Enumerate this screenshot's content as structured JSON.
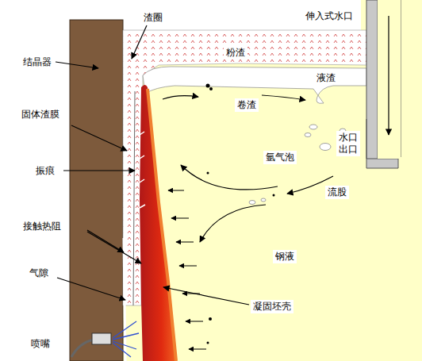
{
  "diagram": {
    "labels": [
      "结晶器",
      "渣圈",
      "伸入式水口",
      "粉渣",
      "液渣",
      "卷渣",
      "固体渣膜",
      "振痕",
      "氩气泡",
      "水口出口",
      "流股",
      "接触热阻",
      "气隙",
      "钢液",
      "凝固坯壳",
      "喷嘴"
    ]
  }
}
